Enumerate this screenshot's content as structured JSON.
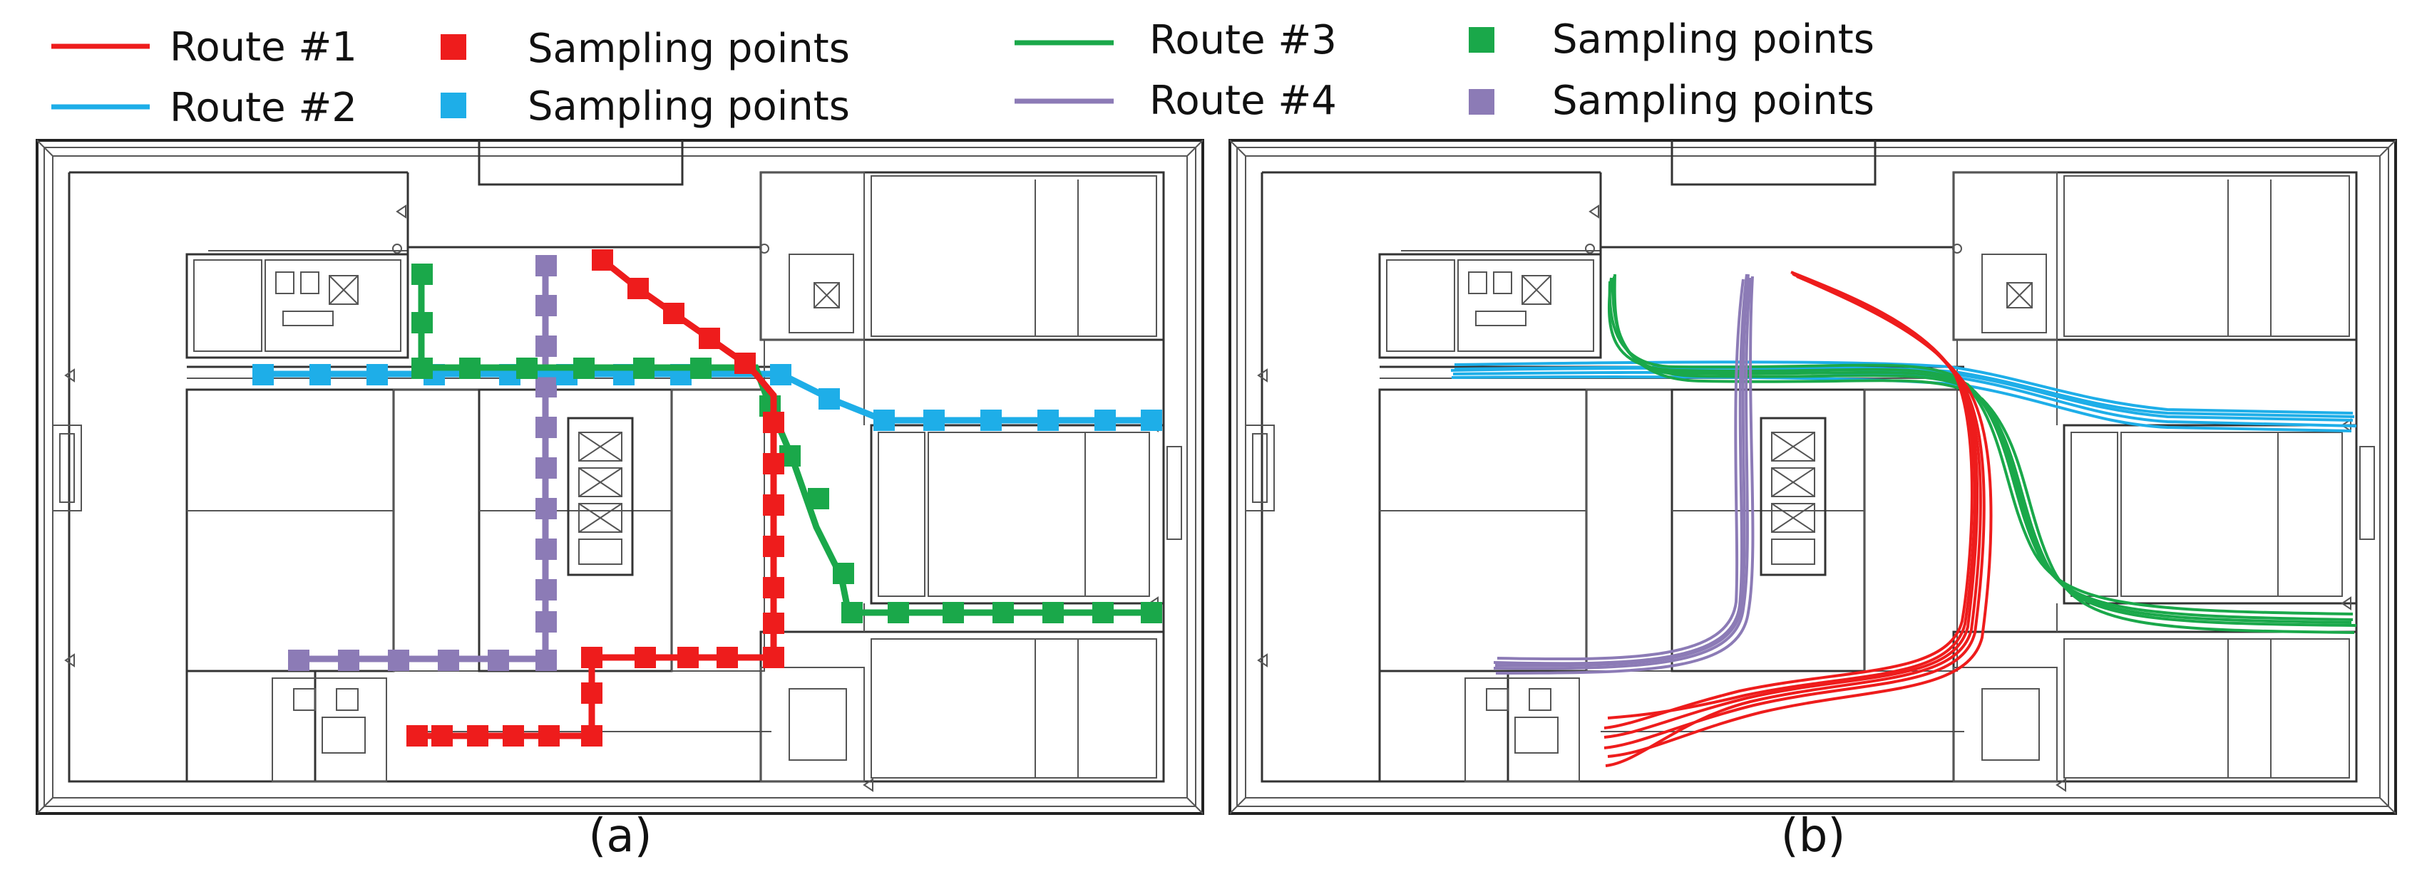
{
  "legend": {
    "items": [
      {
        "label": "Route #1",
        "color": "#ee1c1c",
        "kind": "line"
      },
      {
        "label": "Sampling points",
        "color": "#ee1c1c",
        "kind": "square"
      },
      {
        "label": "Route #2",
        "color": "#1eaee8",
        "kind": "line"
      },
      {
        "label": "Sampling points",
        "color": "#1eaee8",
        "kind": "square"
      },
      {
        "label": "Route #3",
        "color": "#1aa84a",
        "kind": "line"
      },
      {
        "label": "Sampling points",
        "color": "#1aa84a",
        "kind": "square"
      },
      {
        "label": "Route #4",
        "color": "#8c7bb6",
        "kind": "line"
      },
      {
        "label": "Sampling points",
        "color": "#8c7bb6",
        "kind": "square"
      }
    ]
  },
  "panels": {
    "a": {
      "label": "(a)"
    },
    "b": {
      "label": "(b)"
    }
  },
  "colors": {
    "route1": "#ee1c1c",
    "route2": "#1eaee8",
    "route3": "#1aa84a",
    "route4": "#8c7bb6",
    "walls": "#333333"
  }
}
